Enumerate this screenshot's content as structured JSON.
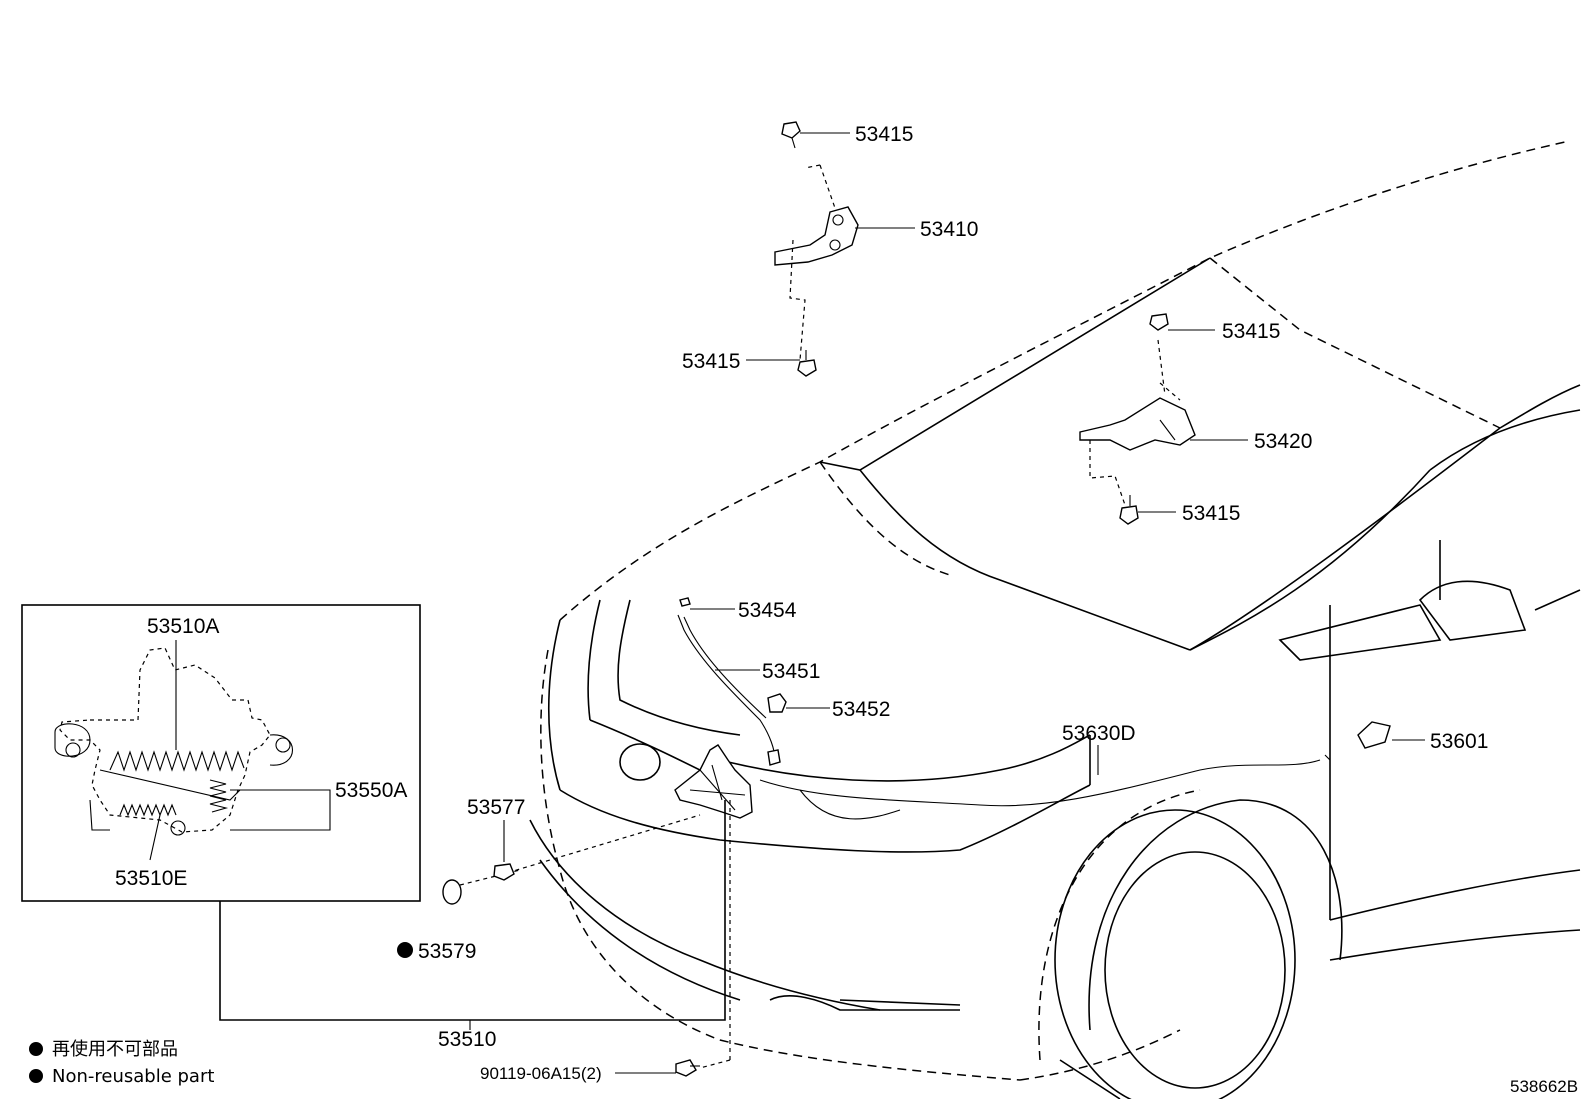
{
  "labels": {
    "p53415a": "53415",
    "p53410": "53410",
    "p53415b": "53415",
    "p53415c": "53415",
    "p53420": "53420",
    "p53415d": "53415",
    "p53454": "53454",
    "p53451": "53451",
    "p53452": "53452",
    "p53630d": "53630D",
    "p53601": "53601",
    "p53577": "53577",
    "p53579": "53579",
    "p53510": "53510",
    "p90119": "90119-06A15(2)",
    "p53510a": "53510A",
    "p53550a": "53550A",
    "p53510e": "53510E"
  },
  "legend": {
    "ja": "再使用不可部品",
    "en": "Non-reusable part"
  },
  "diagram_code": "538662B"
}
